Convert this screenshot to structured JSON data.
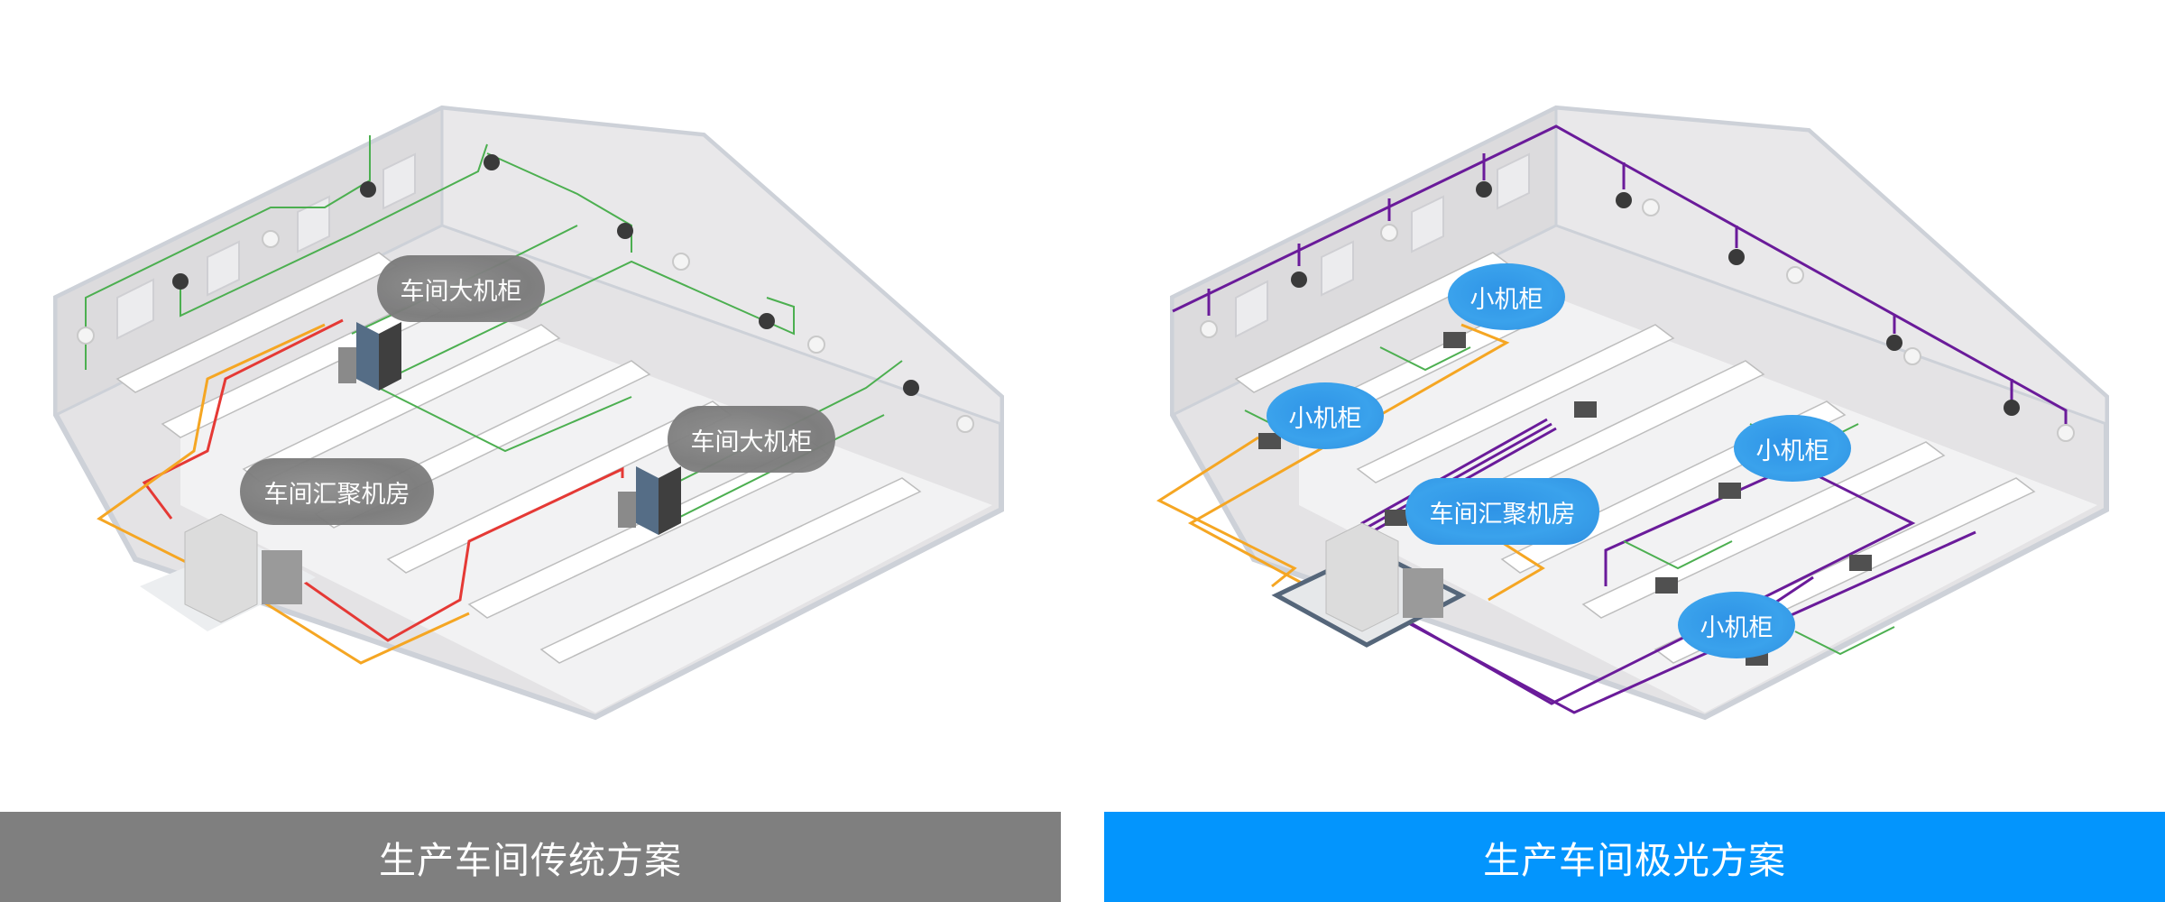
{
  "left_panel": {
    "title": "生产车间传统方案",
    "bar_color": "#7f7f7f",
    "callouts": {
      "cabinet_1": "车间大机柜",
      "cabinet_2": "车间大机柜",
      "room": "车间汇聚机房"
    },
    "cable_colors": {
      "access": "#4caf50",
      "uplink_red": "#e53935",
      "uplink_orange": "#f5a623"
    }
  },
  "right_panel": {
    "title": "生产车间极光方案",
    "bar_color": "#0395fd",
    "callouts": {
      "small_cabinet_1": "小机柜",
      "small_cabinet_2": "小机柜",
      "small_cabinet_3": "小机柜",
      "small_cabinet_4": "小机柜",
      "room": "车间汇聚机房"
    },
    "cable_colors": {
      "fiber": "#6a1b9a",
      "uplink_orange": "#f5a623",
      "access": "#4caf50"
    }
  }
}
